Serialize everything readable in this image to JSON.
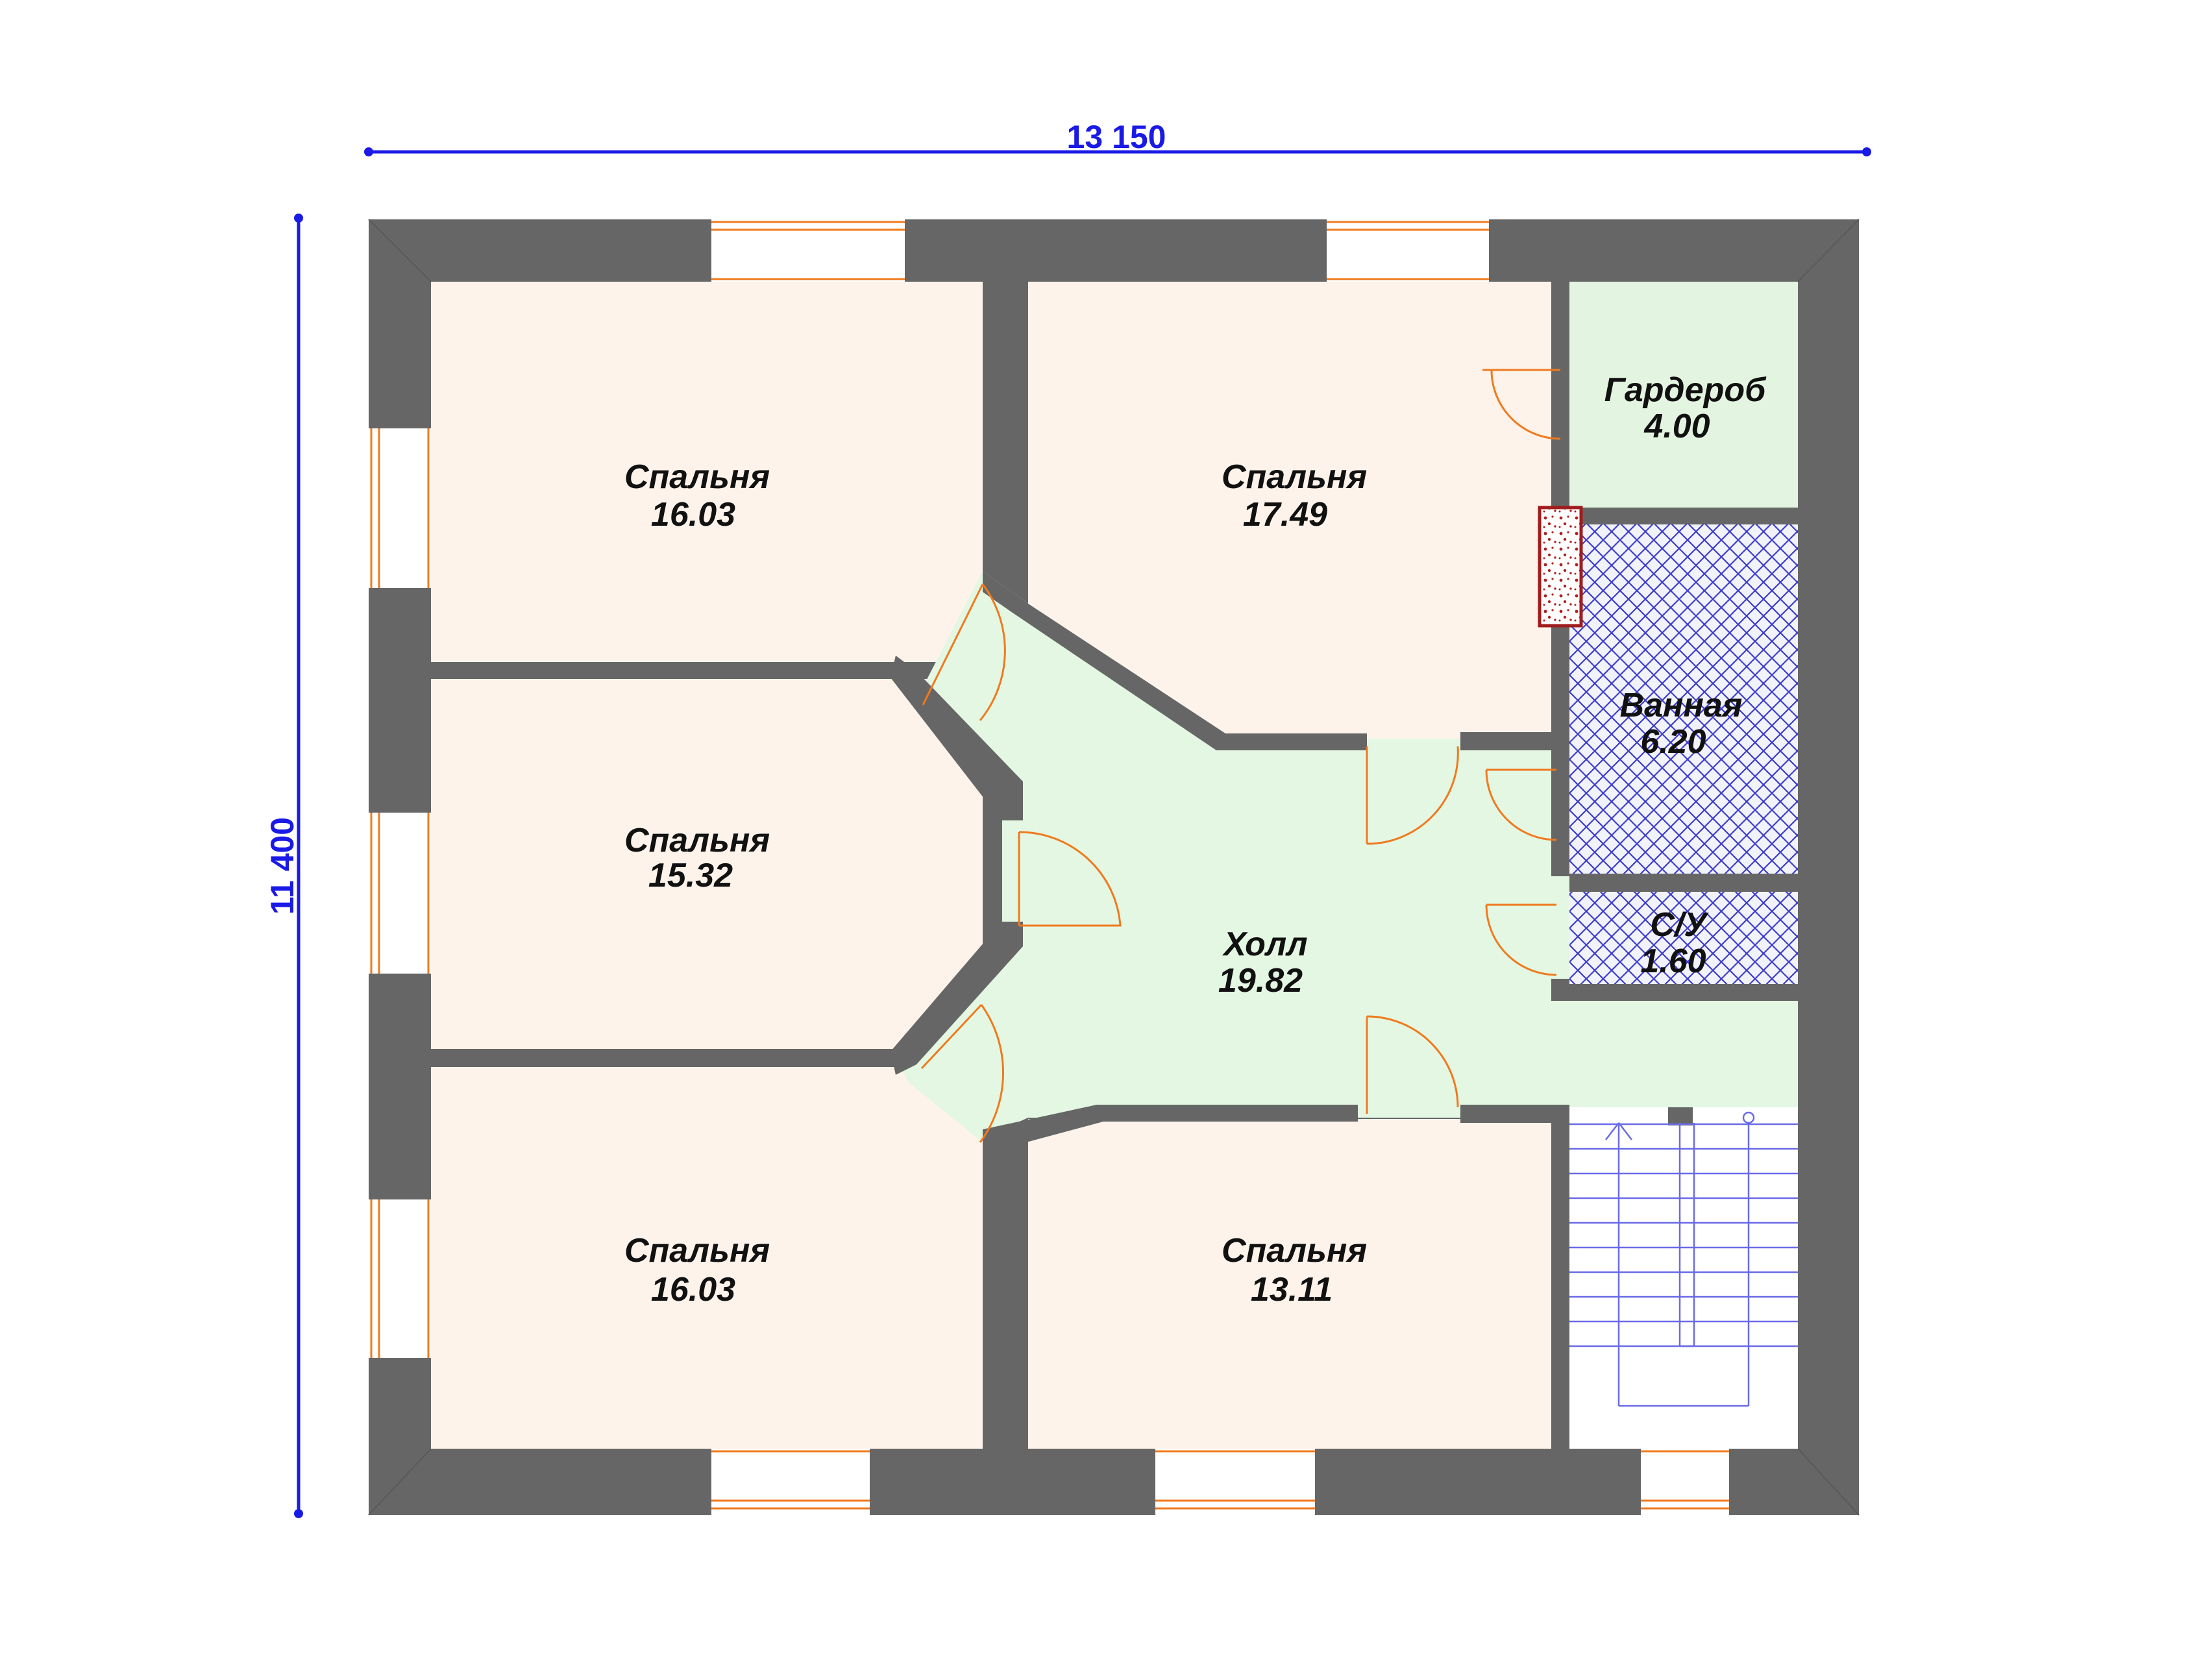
{
  "dimensions": {
    "width": "13 150",
    "height": "11 400"
  },
  "rooms": [
    {
      "id": "bedroom-1",
      "name": "Спальня",
      "area": "16.03"
    },
    {
      "id": "bedroom-2",
      "name": "Спальня",
      "area": "17.49"
    },
    {
      "id": "wardrobe",
      "name": "Гардероб",
      "area": "4.00"
    },
    {
      "id": "bathroom",
      "name": "Ванная",
      "area": "6.20"
    },
    {
      "id": "bedroom-3",
      "name": "Спальня",
      "area": "15.32"
    },
    {
      "id": "hall",
      "name": "Холл",
      "area": "19.82"
    },
    {
      "id": "wc",
      "name": "С/У",
      "area": "1.60"
    },
    {
      "id": "bedroom-4",
      "name": "Спальня",
      "area": "16.03"
    },
    {
      "id": "bedroom-5",
      "name": "Спальня",
      "area": "13.11"
    }
  ],
  "colors": {
    "wall": "#666666",
    "bedroom_fill": "#fdf3ea",
    "hall_fill": "#e3f7e3",
    "wardrobe_fill": "#e3f5e0",
    "tile_fill": "#f2f2fb",
    "tile_hatch": "#3d3dcc",
    "door_arc": "#f07a1e",
    "window_frame": "#f07a1e",
    "dimension_line": "#1a1ae6",
    "chimney": "#a01c1c"
  }
}
